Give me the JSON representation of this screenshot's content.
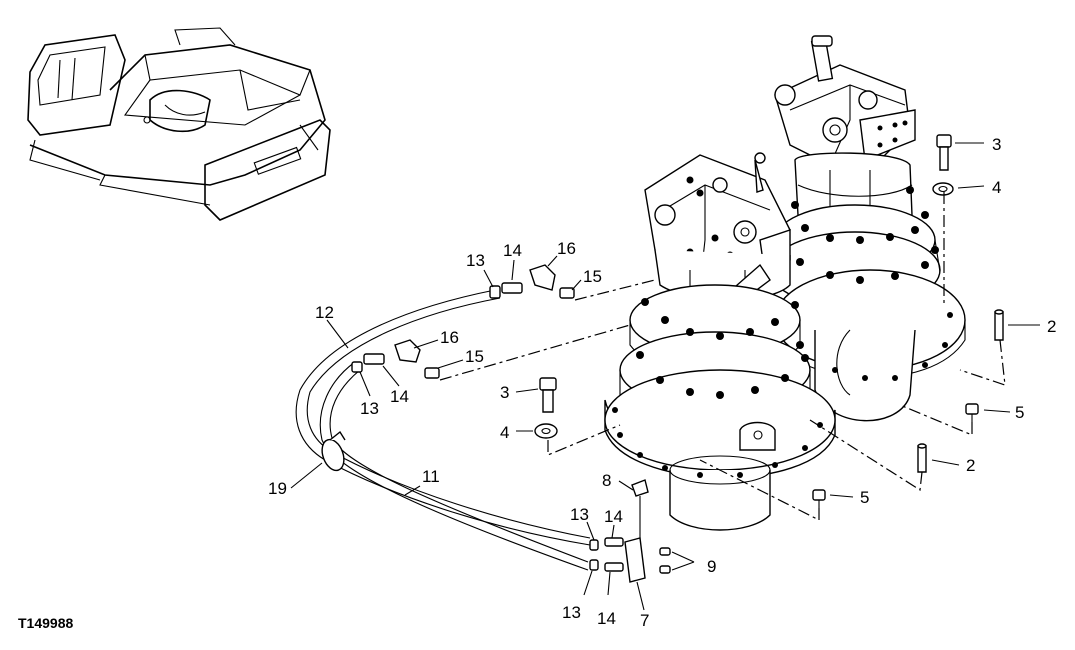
{
  "figure_id": "T149988",
  "callouts": {
    "c2a": "2",
    "c2b": "2",
    "c3a": "3",
    "c3b": "3",
    "c4a": "4",
    "c4b": "4",
    "c5a": "5",
    "c5b": "5",
    "c7": "7",
    "c8": "8",
    "c9": "9",
    "c11": "11",
    "c12": "12",
    "c13a": "13",
    "c13b": "13",
    "c13c": "13",
    "c13d": "13",
    "c14a": "14",
    "c14b": "14",
    "c14c": "14",
    "c14d": "14",
    "c15a": "15",
    "c15b": "15",
    "c16a": "16",
    "c16b": "16",
    "c19": "19"
  }
}
